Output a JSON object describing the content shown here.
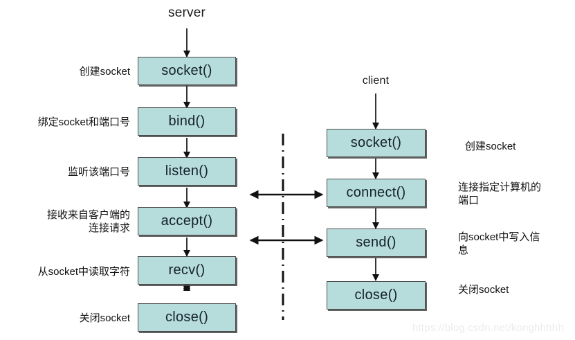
{
  "diagram": {
    "title_server": "server",
    "title_client": "client",
    "watermark": "https://blog.csdn.net/konghhhhh",
    "colors": {
      "node_fill": "#b6dcdc",
      "node_stroke": "#4a4a4a",
      "line": "#111111",
      "watermark": "#ececed",
      "text": "#111111"
    }
  },
  "server": {
    "header": "server",
    "steps": [
      {
        "label": "socket()",
        "note": "创建socket"
      },
      {
        "label": "bind()",
        "note": "绑定socket和端口号"
      },
      {
        "label": "listen()",
        "note": "监听该端口号"
      },
      {
        "label": "accept()",
        "note": "接收来自客户端的\n连接请求"
      },
      {
        "label": "recv()",
        "note": "从socket中读取字符"
      },
      {
        "label": "close()",
        "note": "关闭socket"
      }
    ]
  },
  "client": {
    "header": "client",
    "steps": [
      {
        "label": "socket()",
        "note": "创建socket"
      },
      {
        "label": "connect()",
        "note": "连接指定计算机的\n端口"
      },
      {
        "label": "send()",
        "note": "向socket中写入信\n息"
      },
      {
        "label": "close()",
        "note": "关闭socket"
      }
    ]
  },
  "connections": {
    "divider_style": "dash-dot",
    "bidirectional_arrows": [
      {
        "from": "accept()",
        "to": "connect()"
      },
      {
        "from": "accept()",
        "to": "send()"
      }
    ]
  }
}
